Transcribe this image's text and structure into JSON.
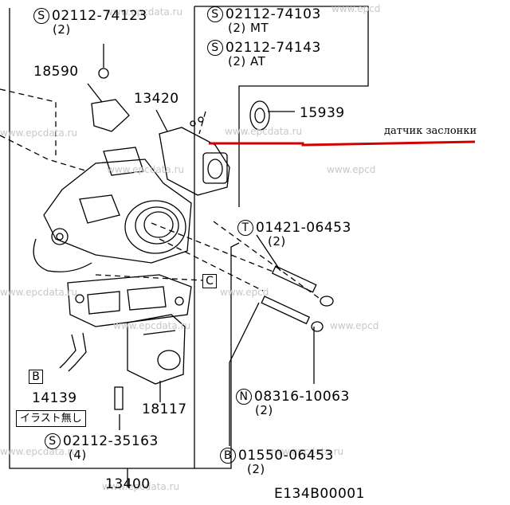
{
  "parts": {
    "s_74123": {
      "code": "S",
      "number": "02112-74123",
      "qty": "(2)"
    },
    "s_74103": {
      "code": "S",
      "number": "02112-74103",
      "qty": "(2) MT"
    },
    "s_74143": {
      "code": "S",
      "number": "02112-74143",
      "qty": "(2) AT"
    },
    "p_18590": {
      "number": "18590"
    },
    "p_13420": {
      "number": "13420"
    },
    "p_15939": {
      "number": "15939"
    },
    "t_06453": {
      "code": "T",
      "number": "01421-06453",
      "qty": "(2)"
    },
    "n_10063": {
      "code": "N",
      "number": "08316-10063",
      "qty": "(2)"
    },
    "b_06453": {
      "code": "B",
      "number": "01550-06453",
      "qty": "(2)"
    },
    "s_35163": {
      "code": "S",
      "number": "02112-35163",
      "qty": "(4)"
    },
    "p_14139": {
      "number": "14139"
    },
    "p_18117": {
      "number": "18117"
    },
    "p_13400": {
      "number": "13400"
    }
  },
  "refs": {
    "c": "C",
    "b": "B"
  },
  "note_jp": "イラスト無し",
  "annotation": "датчик заслонки",
  "diagram_id": "E134B00001",
  "watermarks": [
    "www.epcd",
    "www.epcdata.ru",
    "www.epcdata.ru",
    "www.epcd",
    "www.epcdata.ru",
    "www.epcdata.ru",
    "www.epcd",
    "www.epcdata.ru",
    "www.epcdata.ru",
    "www.epcd",
    "www.epcdata.ru",
    "www.epcdata.ru",
    "www.epcdata.ru"
  ],
  "colors": {
    "annotation_line": "#d00000",
    "ink": "#000000",
    "watermark": "#c8c8c8"
  }
}
